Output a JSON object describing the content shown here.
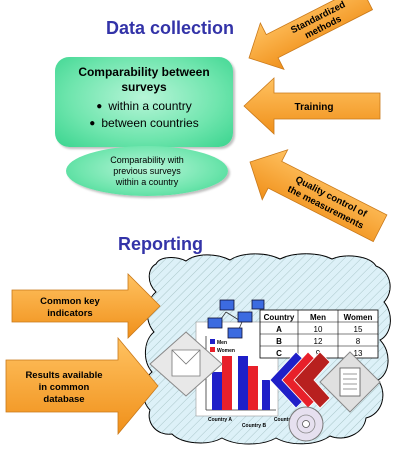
{
  "data_collection": {
    "heading": "Data collection",
    "comparability_box": {
      "title": "Comparability between surveys",
      "items": [
        "within a country",
        "between countries"
      ]
    },
    "previous_surveys_ellipse": {
      "lines": [
        "Comparability with",
        "previous surveys",
        "within a country"
      ]
    },
    "inputs": {
      "standardized_methods": [
        "Standardized",
        "methods"
      ],
      "training": "Training",
      "quality_control": [
        "Quality control of",
        "the measurements"
      ]
    }
  },
  "reporting": {
    "heading": "Reporting",
    "inputs": {
      "common_key_indicators": [
        "Common key",
        "indicators"
      ],
      "results_available": [
        "Results available",
        "in common",
        "database"
      ]
    },
    "clipart_table": {
      "headers": [
        "Country",
        "Men",
        "Women"
      ],
      "rows": [
        [
          "A",
          "10",
          "15"
        ],
        [
          "B",
          "12",
          "8"
        ],
        [
          "C",
          "9",
          "13"
        ]
      ]
    },
    "clipart_chart": {
      "legend": [
        "Men",
        "Women"
      ],
      "categories": [
        "Country A",
        "Country B",
        "Country C"
      ]
    }
  },
  "colors": {
    "heading": "#3333a8",
    "arrow_orange": "#f4a028",
    "box_green": "#6ee5ad",
    "cloud_fill": "#ddf1f8",
    "men": "#1f1fc8",
    "women": "#e8202a"
  }
}
